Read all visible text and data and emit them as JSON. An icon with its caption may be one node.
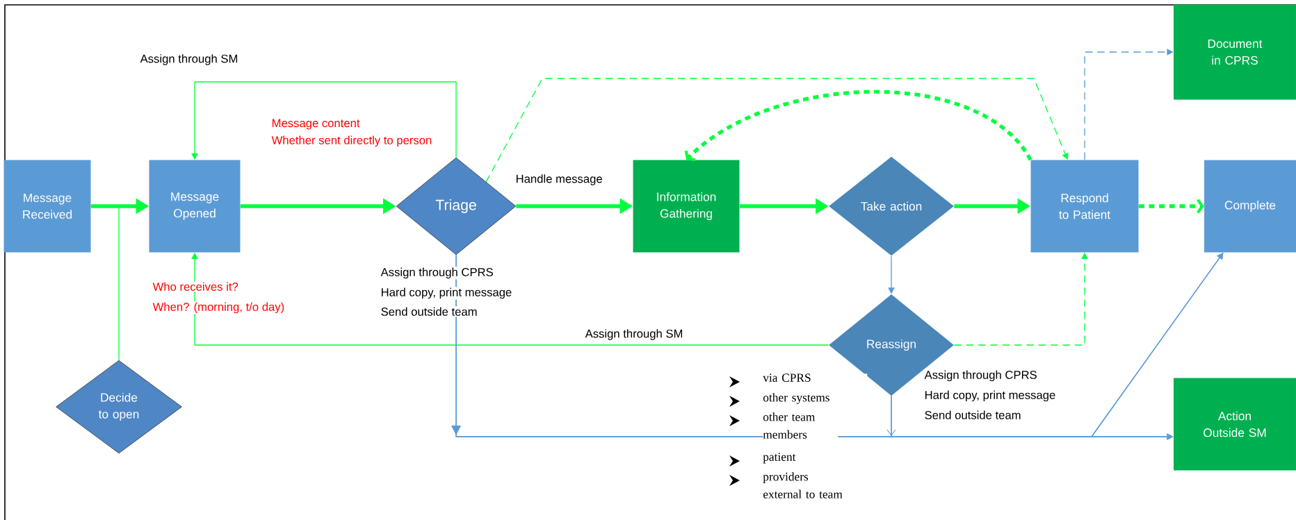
{
  "diagram": {
    "nodes": [
      {
        "text": [
          "Message Received"
        ]
      },
      {
        "text": [
          "Message Opened"
        ]
      },
      {
        "text": [
          "Triage"
        ]
      },
      {
        "text": [
          "Information Gathering"
        ]
      },
      {
        "text": [
          "Take action"
        ]
      },
      {
        "text": [
          "Respond to Patient"
        ]
      },
      {
        "text": [
          "Complete"
        ]
      },
      {
        "text": [
          "Document in CPRS"
        ]
      },
      {
        "text": [
          "Action Outside SM"
        ]
      },
      {
        "text": [
          "Reassign"
        ]
      },
      {
        "text": [
          "Decide to open"
        ]
      }
    ],
    "edges": [
      {
        "from": 0,
        "to": 1,
        "arrow": "to",
        "style": "thick"
      },
      {
        "from": 10,
        "to": 1,
        "arrow": "to"
      },
      {
        "from": 1,
        "to": 2,
        "arrow": "to",
        "style": "thick"
      },
      {
        "from": 2,
        "to": 1,
        "arrow": "to",
        "label": "Assign through SM"
      },
      {
        "from": 9,
        "to": 1,
        "arrow": "to",
        "label": "Assign through SM"
      },
      {
        "from": 2,
        "to": 5,
        "arrow": "to",
        "style": "dashed"
      },
      {
        "from": 2,
        "to": 3,
        "arrow": "to",
        "style": "thick",
        "label": "Handle message"
      },
      {
        "from": 3,
        "to": 4,
        "arrow": "to",
        "style": "thick"
      },
      {
        "from": 4,
        "to": 5,
        "arrow": "to",
        "style": "thick"
      },
      {
        "from": 5,
        "to": 3,
        "arrow": "to",
        "style": "dashed"
      },
      {
        "from": 5,
        "to": 6,
        "arrow": "to",
        "style": "dashed"
      },
      {
        "from": 4,
        "to": 9,
        "arrow": "to",
        "color": "#5b9bd5"
      },
      {
        "from": 9,
        "to": 5,
        "arrow": "to",
        "style": "dashed"
      },
      {
        "from": 5,
        "to": 7,
        "arrow": "to",
        "style": "dashed",
        "color": "#5b9bd5"
      },
      {
        "from": 2,
        "to": 8,
        "arrow": "to",
        "color": "#5b9bd5"
      },
      {
        "from": 9,
        "to": 8,
        "arrow": "to",
        "color": "#5b9bd5"
      },
      {
        "from": 2,
        "to": 6,
        "arrow": "to",
        "color": "#5b9bd5"
      },
      {
        "from": 9,
        "to": 6,
        "arrow": "to",
        "color": "#5b9bd5"
      }
    ],
    "labels": [
      "Message content",
      "Whether sent directly to person",
      "Who receives it?",
      "When? (morning, t/o day)",
      "Assign through CPRS",
      "Hard copy, print message",
      "Send outside team",
      "via CPRS",
      "other systems",
      "other team members",
      "patient",
      "providers external to team",
      "Assign through CPRS",
      "Hard copy, print message",
      "Send outside team"
    ]
  }
}
